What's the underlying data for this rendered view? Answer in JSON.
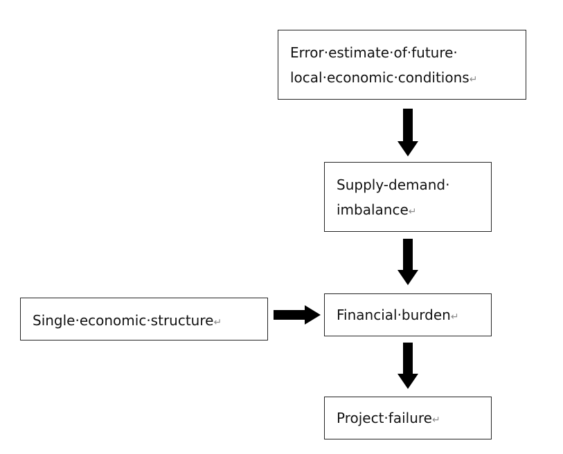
{
  "diagram": {
    "nodes": {
      "error_estimate": {
        "line1": "Error·estimate·of·future·",
        "line2": "local·economic·conditions",
        "end_mark": "↵"
      },
      "supply_demand": {
        "line1": "Supply-demand·",
        "line2": "imbalance",
        "end_mark": "↵"
      },
      "financial_burden": {
        "line1": "Financial·burden",
        "end_mark": "↵"
      },
      "single_structure": {
        "line1": "Single·economic·structure",
        "end_mark": "↵"
      },
      "project_failure": {
        "line1": "Project·failure",
        "end_mark": "↵"
      }
    },
    "edges": [
      {
        "from": "error_estimate",
        "to": "supply_demand"
      },
      {
        "from": "supply_demand",
        "to": "financial_burden"
      },
      {
        "from": "single_structure",
        "to": "financial_burden"
      },
      {
        "from": "financial_burden",
        "to": "project_failure"
      }
    ],
    "colors": {
      "border": "#222222",
      "arrow": "#000000",
      "text": "#111111",
      "formatting_mark": "#8a8a8a"
    }
  }
}
